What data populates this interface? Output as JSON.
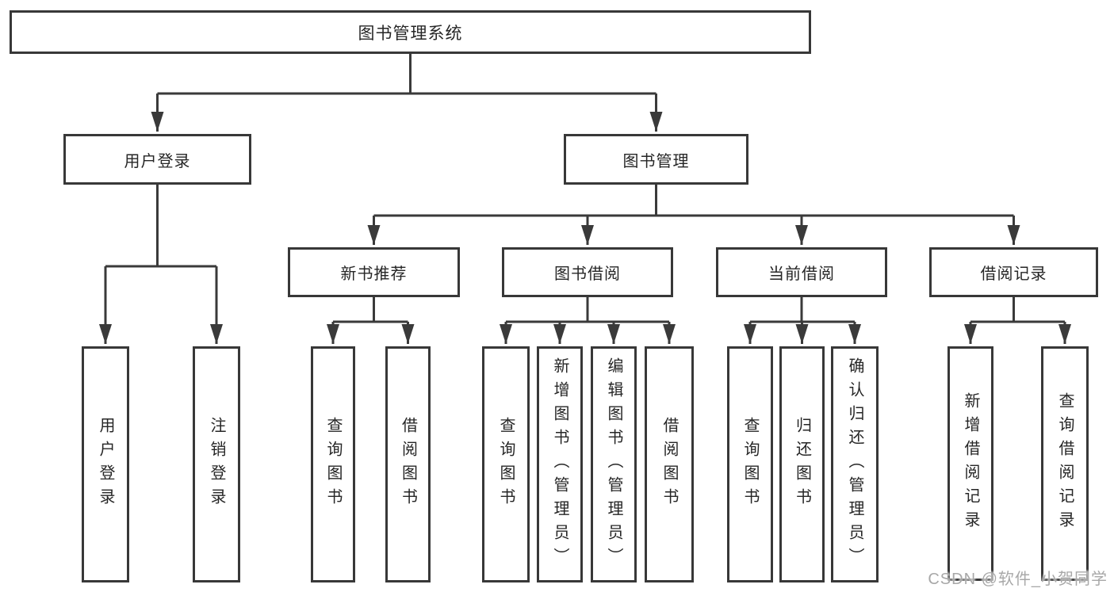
{
  "colors": {
    "line": "#3a3a3a",
    "box_border": "#383838",
    "box_fill": "#ffffff",
    "text": "#262626",
    "watermark": "#a8a8a8"
  },
  "nodes": {
    "root": "图书管理系统",
    "user_login": "用户登录",
    "book_management": "图书管理",
    "new_book_recommend": "新书推荐",
    "book_borrow": "图书借阅",
    "current_borrow": "当前借阅",
    "borrow_records": "借阅记录",
    "leaves": {
      "user_login_leaf": "用户登录",
      "logout": "注销登录",
      "query_books_recommend": "查询图书",
      "borrow_books_recommend": "借阅图书",
      "query_books_borrow": "查询图书",
      "add_books_admin": "新增图书（管理员）",
      "edit_books_admin": "编辑图书（管理员）",
      "borrow_books_borrow": "借阅图书",
      "query_books_current": "查询图书",
      "return_books": "归还图书",
      "confirm_return_admin": "确认归还（管理员）",
      "add_borrow_record": "新增借阅记录",
      "query_borrow_record": "查询借阅记录"
    }
  },
  "watermark": {
    "text": "CSDN @软件_小贺同学"
  }
}
